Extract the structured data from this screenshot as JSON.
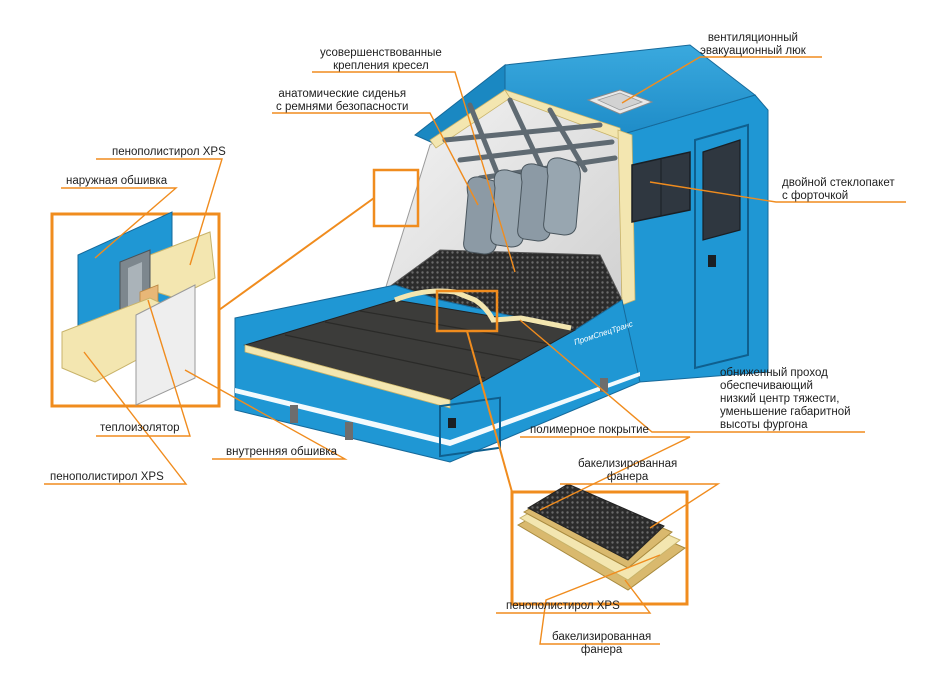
{
  "labels": {
    "improved_seat_mounts": [
      "усовершенствованные",
      "крепления кресел"
    ],
    "ventilation_hatch": [
      "вентиляционный",
      "эвакуационный люк"
    ],
    "anatomic_seats": [
      "анатомические сиденья",
      "с ремнями безопасности"
    ],
    "xps_top": "пенополистирол XPS",
    "outer_skin": "наружная обшивка",
    "double_glazing": [
      "двойной стеклопакет",
      "с форточкой"
    ],
    "lowered_aisle": [
      "обниженный проход",
      "обеспечивающий",
      "низкий центр тяжести,",
      "уменьшение габаритной",
      "высоты фургона"
    ],
    "heat_insulator": "теплоизолятор",
    "inner_skin": "внутренняя обшивка",
    "polymer_coating": "полимерное покрытие",
    "bakelite_plywood_top": [
      "бакелизированная",
      "фанера"
    ],
    "xps_left_bottom": "пенополистирол XPS",
    "xps_bottom": "пенополистирол XPS",
    "bakelite_plywood_bottom": [
      "бакелизированная",
      "фанера"
    ]
  },
  "colors": {
    "accent_orange": "#f08c1e",
    "body_blue": "#1f97d4",
    "body_blue_dark": "#1478ad",
    "xps_cream": "#f3e6b0",
    "floor_dark": "#3c3c3a"
  }
}
